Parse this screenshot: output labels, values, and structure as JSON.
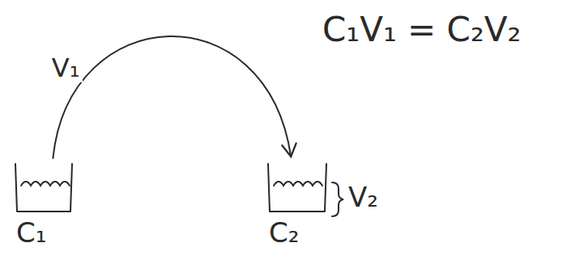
{
  "diagram": {
    "nodes": [
      {
        "text": [
          "C₁"
        ]
      },
      {
        "text": [
          "C₂"
        ]
      }
    ],
    "edges": [
      {
        "from": 0,
        "to": 1,
        "arrow": "to",
        "label": "V₁"
      }
    ],
    "labels": [
      "C₁V₁ = C₂V₂",
      "V₂"
    ]
  }
}
